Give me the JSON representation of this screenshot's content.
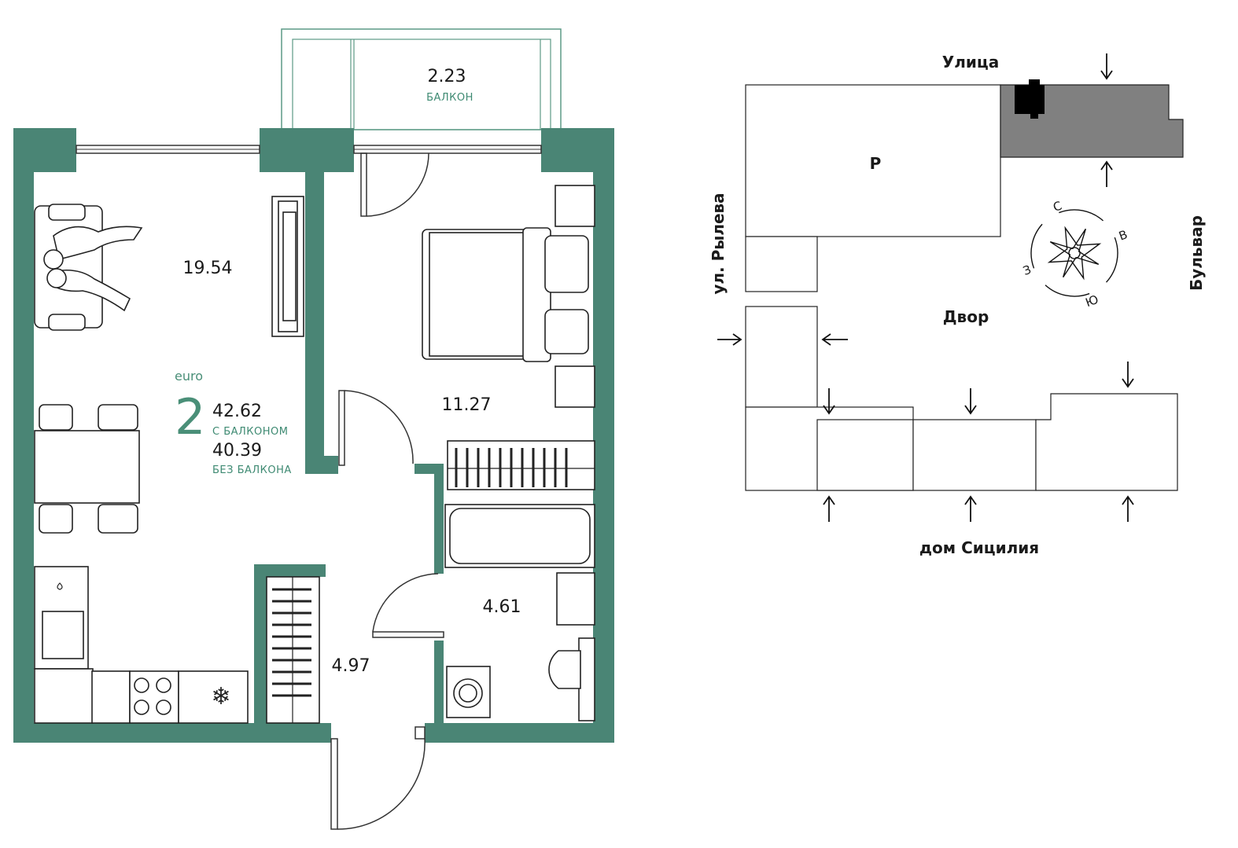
{
  "plan": {
    "apartment_type": "2",
    "series": "euro",
    "area_with_balcony": "42.62",
    "area_with_balcony_caption": "С БАЛКОНОМ",
    "area_without_balcony": "40.39",
    "area_without_balcony_caption": "БЕЗ БАЛКОНА",
    "rooms": {
      "balcony_area": "2.23",
      "balcony_caption": "БАЛКОН",
      "living": "19.54",
      "bedroom": "11.27",
      "bathroom": "4.61",
      "hall": "4.97"
    },
    "colors": {
      "wall": "#4a8575",
      "accent_text": "#3e8a72"
    }
  },
  "site": {
    "street_top": "Улица",
    "street_left": "ул. Рылева",
    "boulevard": "Бульвар",
    "yard": "Двор",
    "neighbor": "дом Сицилия",
    "building_letter": "Р",
    "compass": {
      "n": "С",
      "e": "В",
      "s": "Ю",
      "w": "З"
    },
    "colors": {
      "highlight_building": "#808080"
    }
  }
}
